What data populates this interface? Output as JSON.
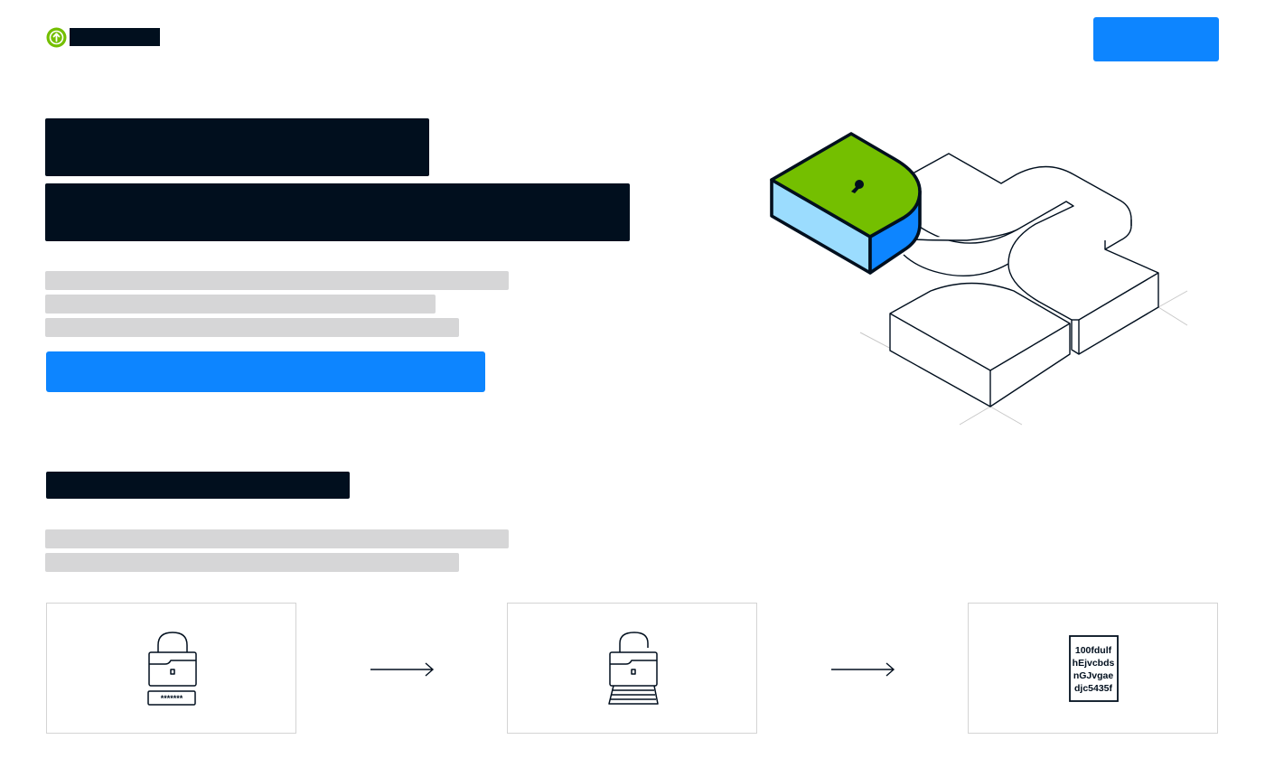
{
  "theme": {
    "accent": "#0d85ff",
    "ink": "#010f1e",
    "placeholder": "#d6d6d7",
    "logo_green": "#74bf00",
    "lock_light_blue": "#9bdcfe"
  },
  "header": {
    "logo_icon": "arrow-up-circle-icon",
    "brand_name": "",
    "cta_label": ""
  },
  "hero": {
    "title_line_1": "",
    "title_line_2": "",
    "body_lines": [
      "",
      "",
      ""
    ],
    "cta_label": "",
    "illustration": "isometric-lock-key-icon"
  },
  "section": {
    "title": "",
    "body_lines": [
      "",
      ""
    ]
  },
  "steps": [
    {
      "icon": "lock-password-icon",
      "caption": "*******"
    },
    {
      "icon": "unlocked-lock-documents-icon",
      "caption": ""
    },
    {
      "icon": "encrypted-document-icon",
      "hash_lines": [
        "100fdulf",
        "hEjvcbds",
        "nGJvgae",
        "djc5435f"
      ]
    }
  ],
  "step_arrow_icon": "arrow-right-icon"
}
